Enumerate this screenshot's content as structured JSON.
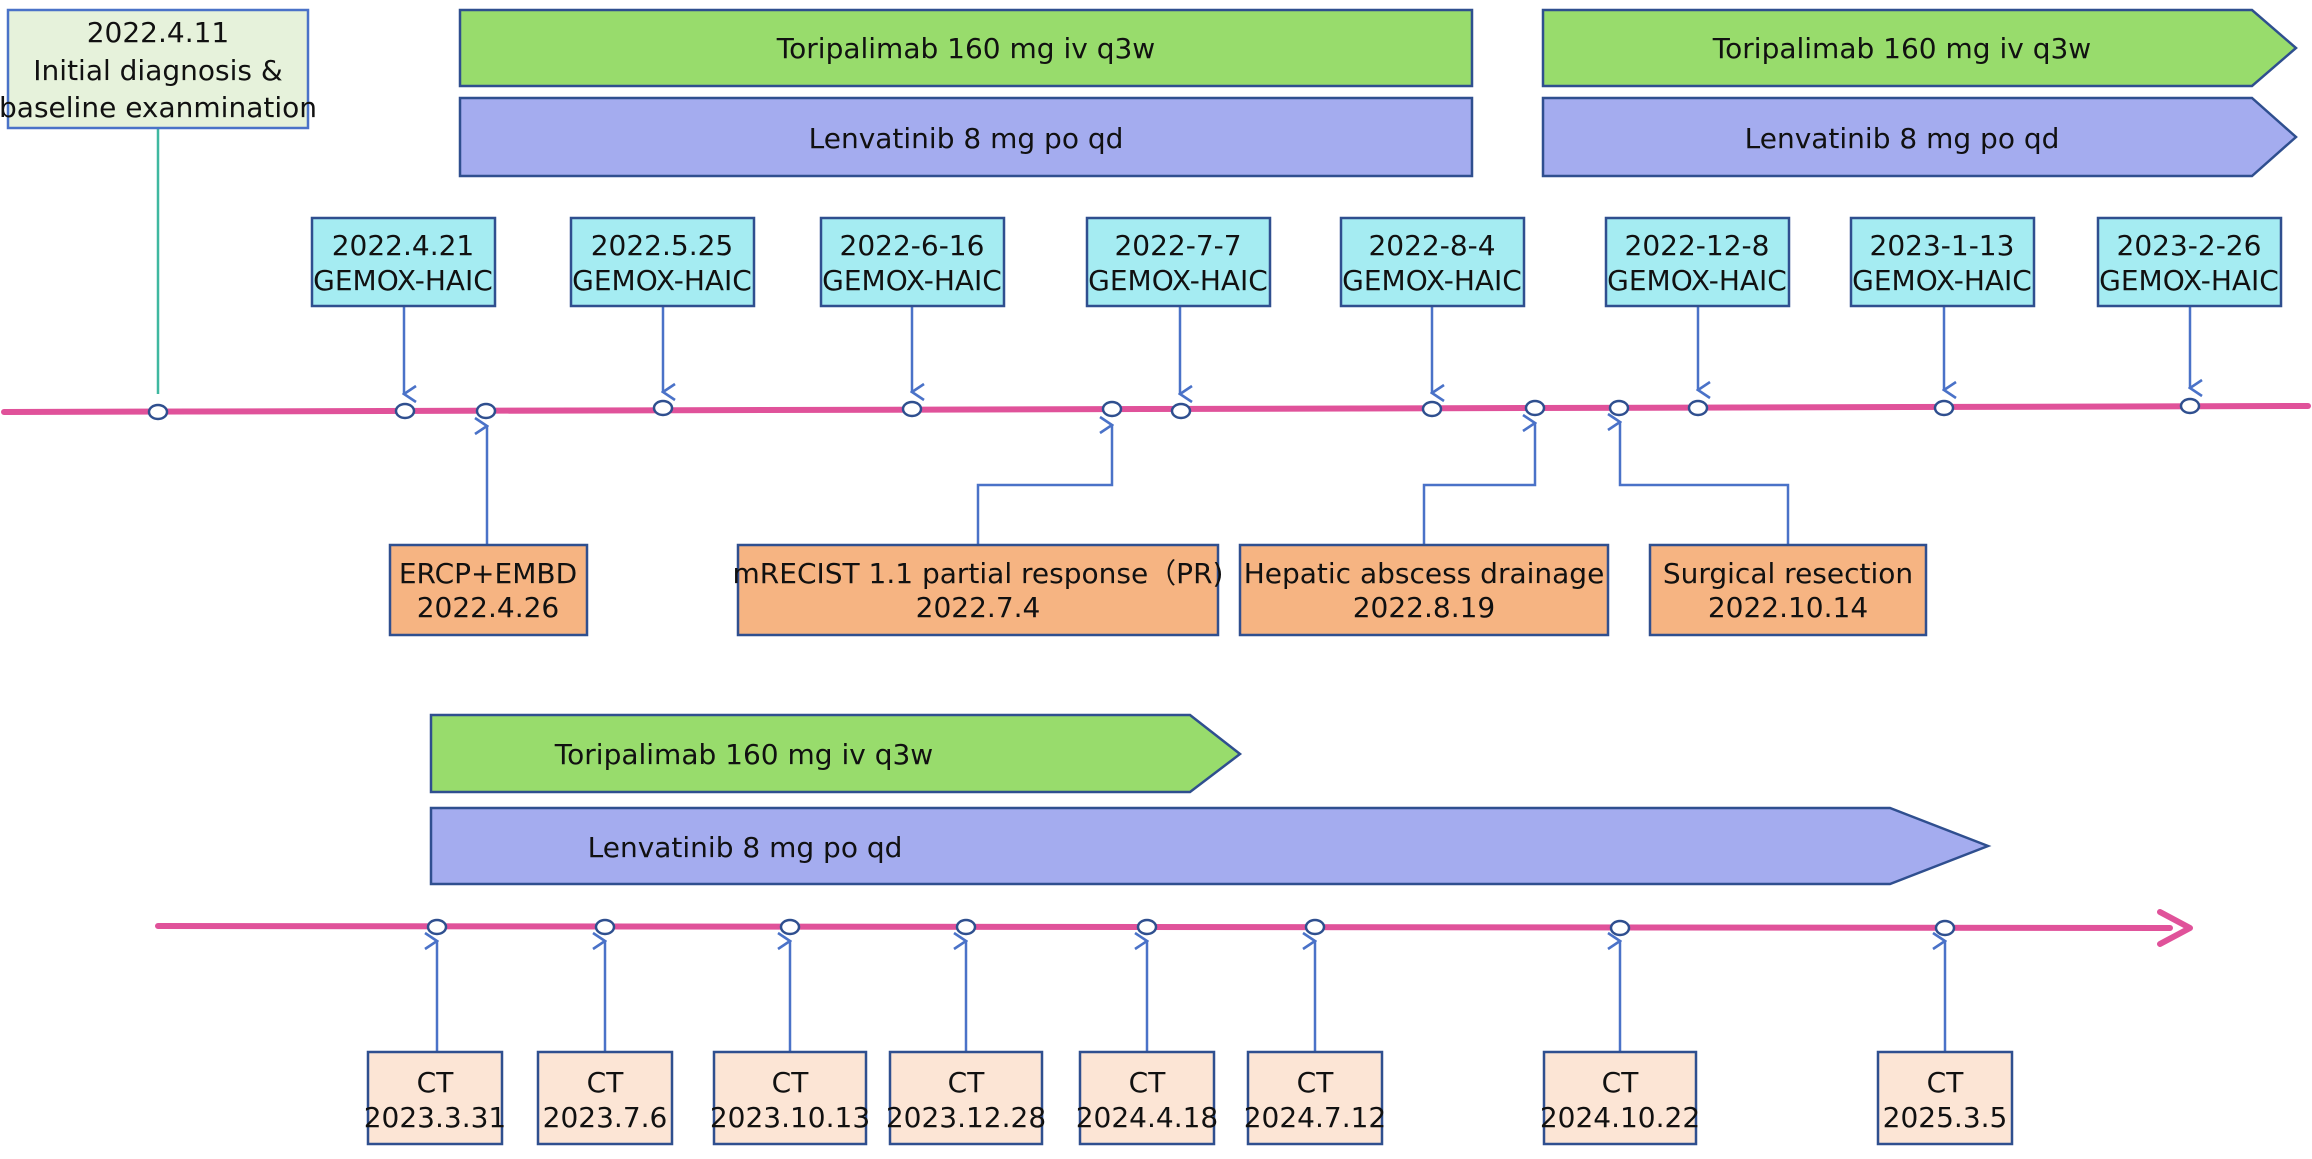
{
  "colors": {
    "timeline": "#E0529A",
    "arrow": "#4A72C8",
    "box_border": "#2F4F8F",
    "toripalimab_fill": "#98DC6C",
    "lenvatinib_fill": "#A4ACEF",
    "gemox_fill": "#A5ECF2",
    "event_fill": "#F6B482",
    "ct_fill": "#FCE5D5",
    "diagnosis_fill": "#E6F2DB",
    "diagnosis_connector": "#3FB8A0"
  },
  "diagnosis": {
    "lines": [
      "2022.4.11",
      "Initial diagnosis &",
      "baseline exanmination"
    ]
  },
  "top_bars": [
    {
      "type": "toripalimab",
      "label": "Toripalimab 160 mg iv q3w",
      "shape": "rect"
    },
    {
      "type": "lenvatinib",
      "label": "Lenvatinib 8 mg po qd",
      "shape": "rect"
    },
    {
      "type": "toripalimab",
      "label": "Toripalimab 160 mg iv q3w",
      "shape": "arrow"
    },
    {
      "type": "lenvatinib",
      "label": "Lenvatinib 8 mg po qd",
      "shape": "arrow"
    }
  ],
  "gemox_cycles": [
    {
      "date": "2022.4.21",
      "label": "GEMOX-HAIC"
    },
    {
      "date": "2022.5.25",
      "label": "GEMOX-HAIC"
    },
    {
      "date": "2022-6-16",
      "label": "GEMOX-HAIC"
    },
    {
      "date": "2022-7-7",
      "label": "GEMOX-HAIC"
    },
    {
      "date": "2022-8-4",
      "label": "GEMOX-HAIC"
    },
    {
      "date": "2022-12-8",
      "label": "GEMOX-HAIC"
    },
    {
      "date": "2023-1-13",
      "label": "GEMOX-HAIC"
    },
    {
      "date": "2023-2-26",
      "label": "GEMOX-HAIC"
    }
  ],
  "events": [
    {
      "label": "ERCP+EMBD",
      "date": "2022.4.26"
    },
    {
      "label": "mRECIST 1.1 partial response（PR)",
      "date": "2022.7.4"
    },
    {
      "label": "Hepatic abscess drainage",
      "date": "2022.8.19"
    },
    {
      "label": "Surgical resection",
      "date": "2022.10.14"
    }
  ],
  "bottom_bars": [
    {
      "type": "toripalimab",
      "label": "Toripalimab 160 mg iv q3w"
    },
    {
      "type": "lenvatinib",
      "label": "Lenvatinib 8 mg po qd"
    }
  ],
  "ct_scans": [
    {
      "label": "CT",
      "date": "2023.3.31"
    },
    {
      "label": "CT",
      "date": "2023.7.6"
    },
    {
      "label": "CT",
      "date": "2023.10.13"
    },
    {
      "label": "CT",
      "date": "2023.12.28"
    },
    {
      "label": "CT",
      "date": "2024.4.18"
    },
    {
      "label": "CT",
      "date": "2024.7.12"
    },
    {
      "label": "CT",
      "date": "2024.10.22"
    },
    {
      "label": "CT",
      "date": "2025.3.5"
    }
  ]
}
